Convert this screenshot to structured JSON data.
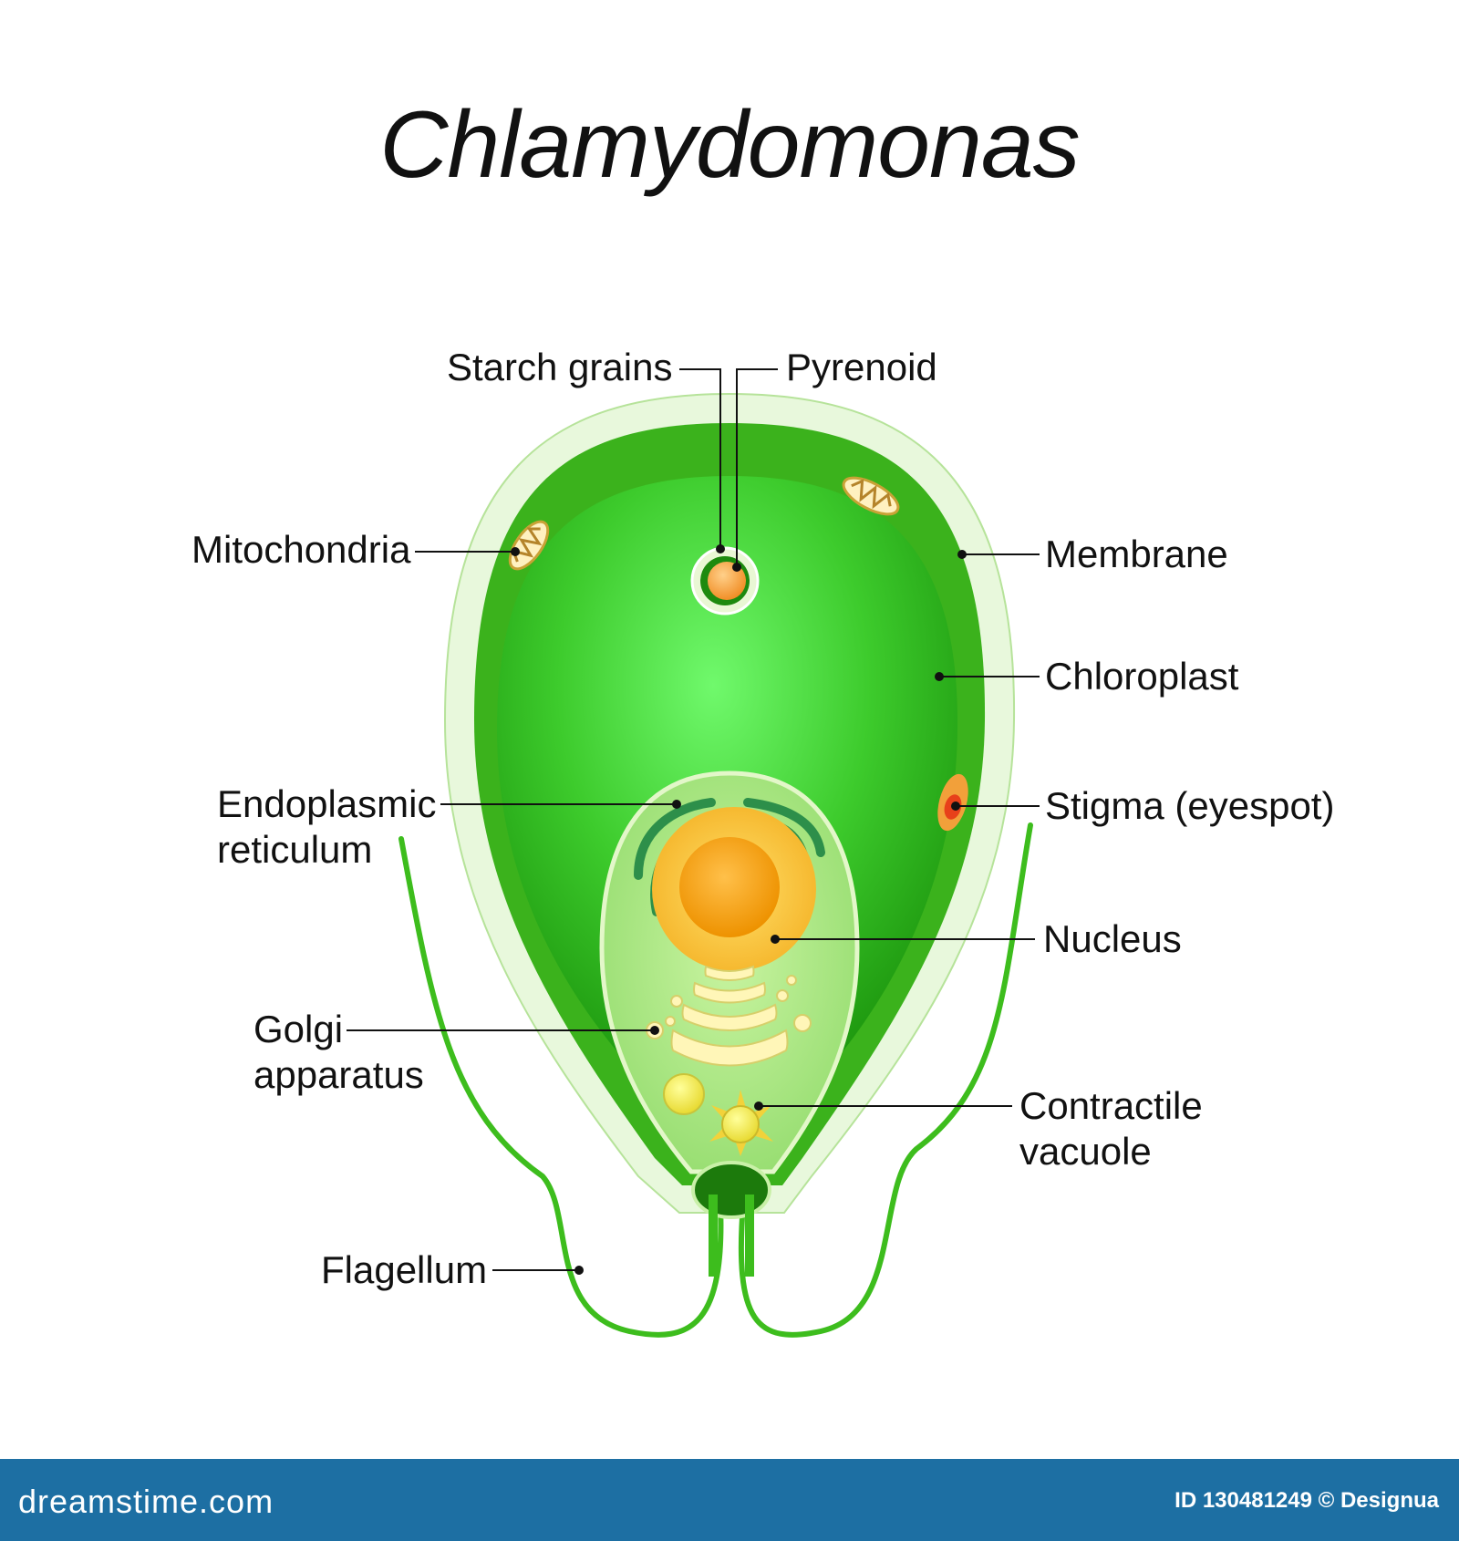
{
  "title": "Chlamydomonas",
  "labels": {
    "starch_grains": "Starch grains",
    "pyrenoid": "Pyrenoid",
    "mitochondria": "Mitochondria",
    "membrane": "Membrane",
    "chloroplast": "Chloroplast",
    "endoplasmic_reticulum": [
      "Endoplasmic",
      "reticulum"
    ],
    "stigma": "Stigma (eyespot)",
    "nucleus": "Nucleus",
    "golgi": [
      "Golgi",
      "apparatus"
    ],
    "contractile_vacuole": [
      "Contractile",
      "vacuole"
    ],
    "flagellum": "Flagellum"
  },
  "footer": {
    "brand": "dreamstime.com",
    "credit": "ID 130481249 © Designua"
  },
  "colors": {
    "outer_wall": "#e6f7d9",
    "membrane": "#3fb41d",
    "chloroplast": "#2aa512",
    "chloroplast_center": "#6ef66a",
    "cytoplasm": "#b4ec8c",
    "nucleus": "#f09a00",
    "footer": "#1d6fa3"
  }
}
